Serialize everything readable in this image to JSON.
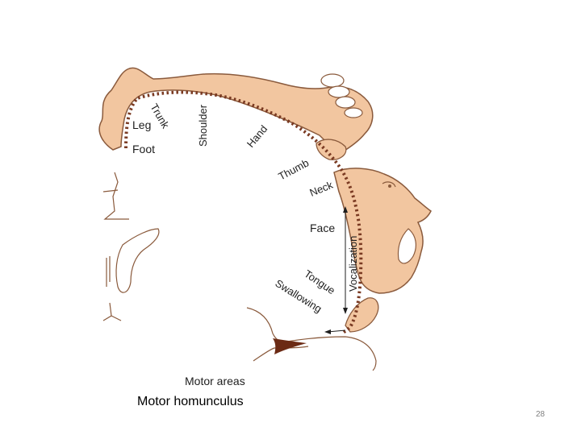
{
  "diagram": {
    "labels": {
      "trunk": "Trunk",
      "leg": "Leg",
      "foot": "Foot",
      "shoulder": "Shoulder",
      "hand": "Hand",
      "thumb": "Thumb",
      "neck": "Neck",
      "face": "Face",
      "vocalization": "Vocalization",
      "tongue": "Tongue",
      "swallowing": "Swallowing",
      "motor_areas": "Motor areas"
    },
    "colors": {
      "homunculus_fill": "#f2c6a0",
      "homunculus_outline": "#8a5a3c",
      "dotted_line": "#7a3a22",
      "arrow": "#1e1e1e",
      "cortex_outline": "#8a5a3c",
      "cell_body": "#6b2a14"
    }
  },
  "caption": "Motor homunculus",
  "page_number": "28"
}
